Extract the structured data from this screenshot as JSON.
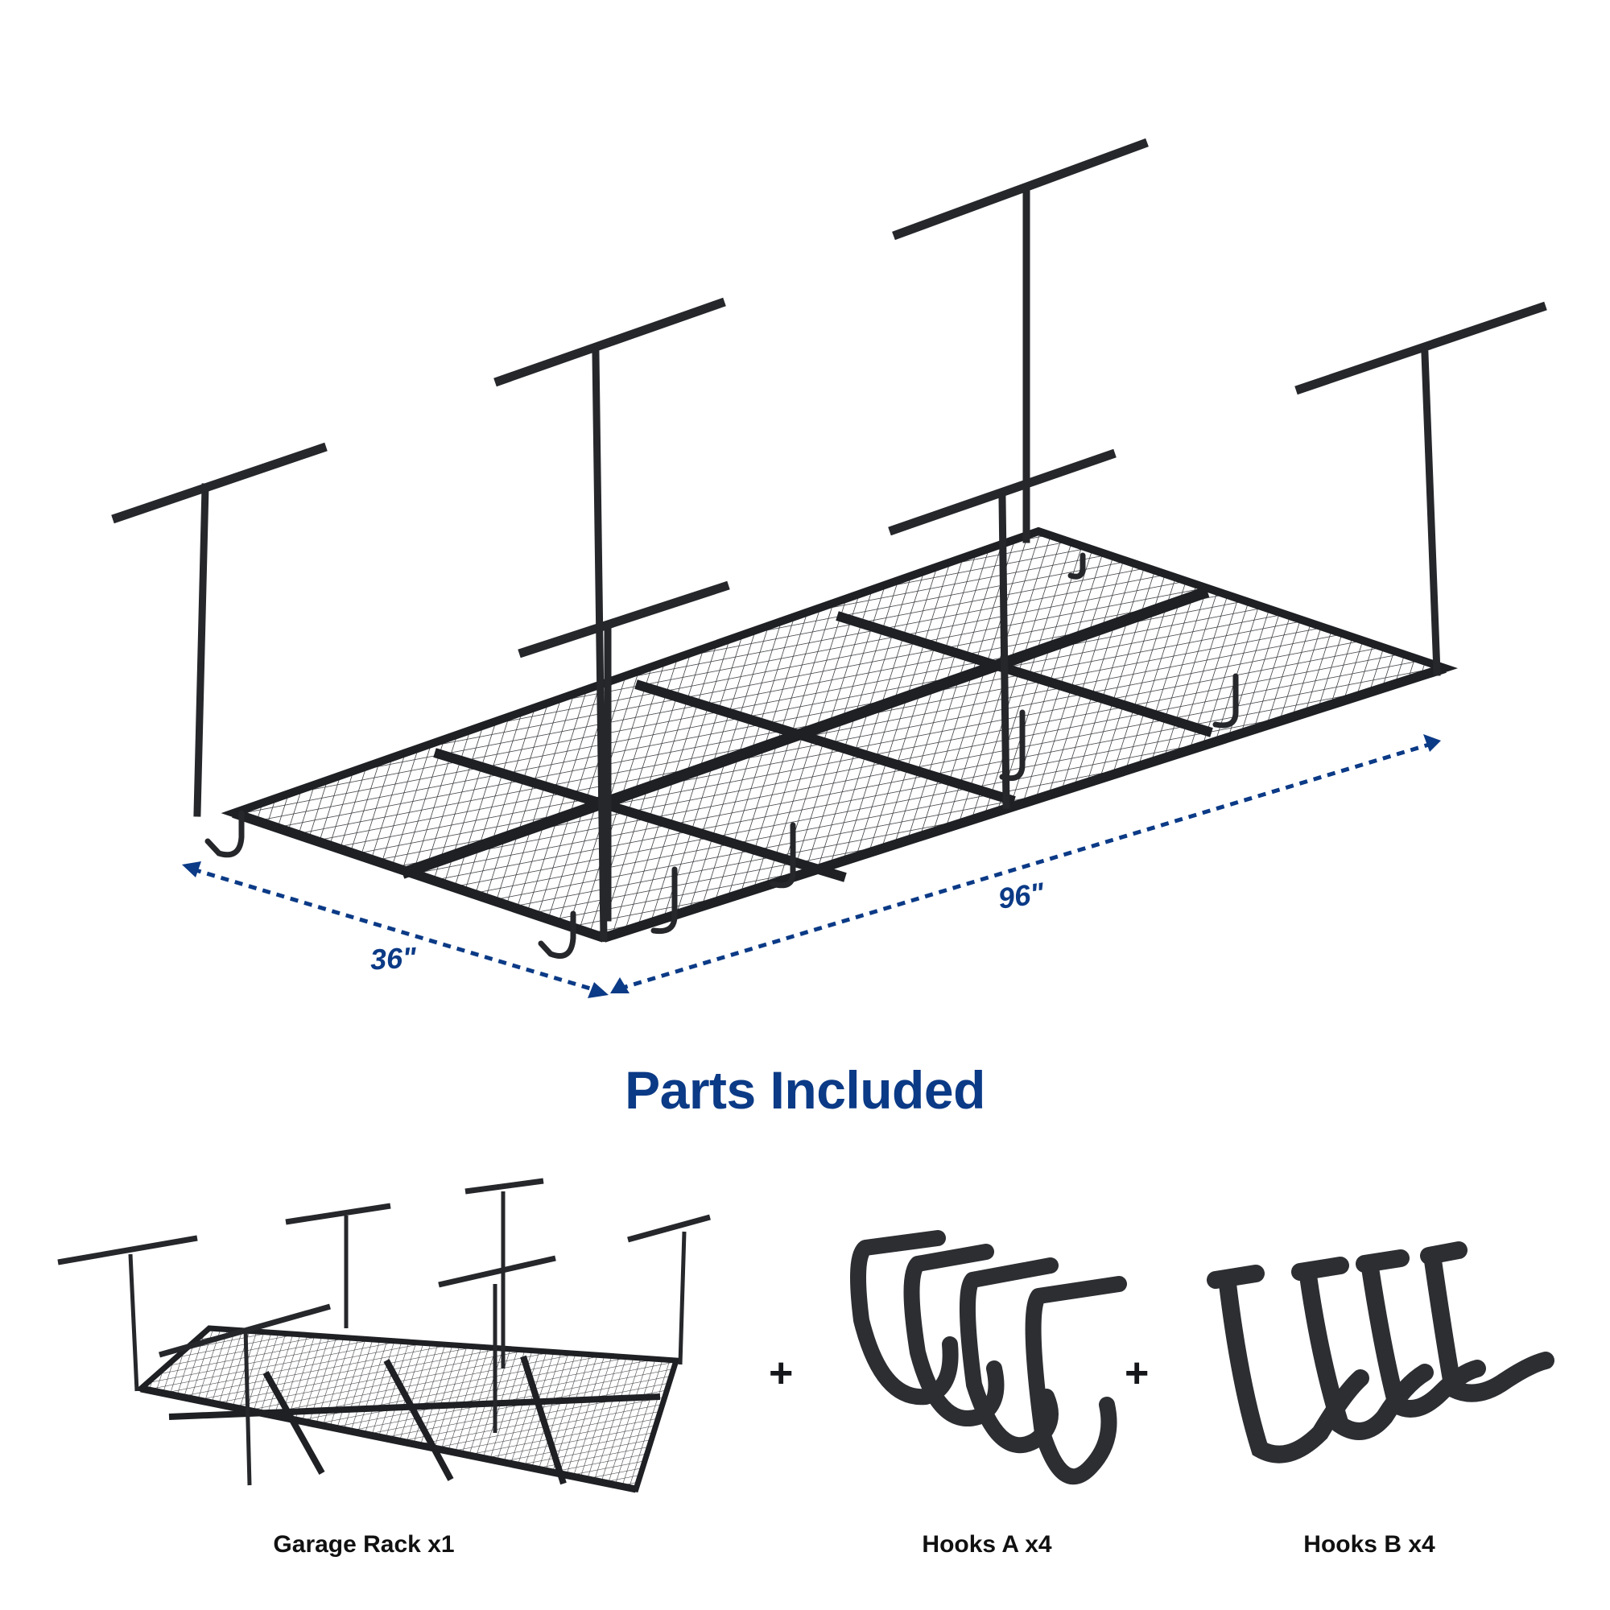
{
  "colors": {
    "accent": "#0b3a86",
    "metal": "#2a2c30",
    "text": "#111111",
    "background": "#ffffff"
  },
  "main_diagram": {
    "width_label": "36\"",
    "length_label": "96\""
  },
  "section_title": "Parts Included",
  "parts": [
    {
      "label": "Garage Rack x1"
    },
    {
      "label": "Hooks A x4"
    },
    {
      "label": "Hooks B x4"
    }
  ],
  "separators": [
    "+",
    "+"
  ]
}
